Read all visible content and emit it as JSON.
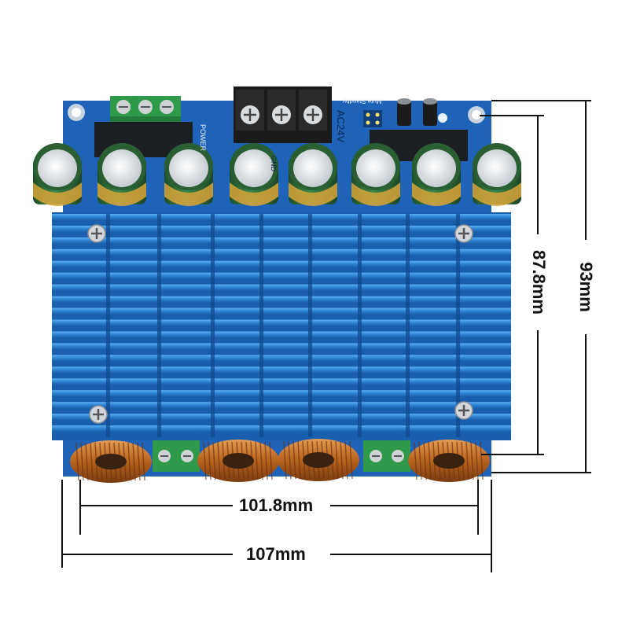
{
  "board": {
    "colors": {
      "pcb": "#1e63b8",
      "heatsink": "#2f86d6",
      "heatsink_shadow": "#1a5fae",
      "terminal_green": "#2e9a4a",
      "capacitor_body": "#2f6e3a",
      "capacitor_top": "#e9ecef",
      "capacitor_band": "#d7a53a",
      "inductor_copper": "#c9772b"
    },
    "silkscreen": {
      "power_label": "POWER",
      "voltage_label": "AC24V",
      "mute_standby_label": "Mute Standby",
      "gnd_label": "GND"
    }
  },
  "dimensions": {
    "inner_width": "101.8mm",
    "outer_width": "107mm",
    "inner_height": "87.8mm",
    "outer_height": "93mm"
  },
  "icons": [
    "screw-icon",
    "capacitor-icon",
    "inductor-coil-icon",
    "terminal-block-icon"
  ]
}
